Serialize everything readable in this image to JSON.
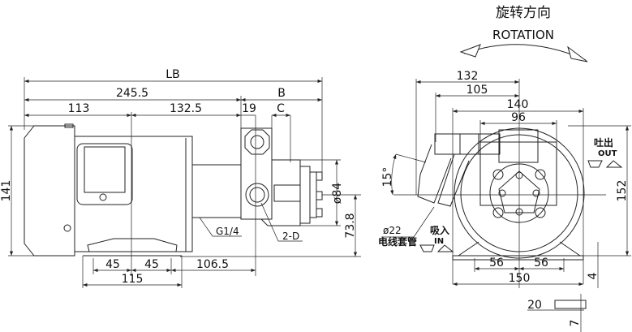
{
  "header": {
    "rotation_cn": "旋转方向",
    "rotation_en": "ROTATION"
  },
  "side_view": {
    "dims": {
      "LB": "LB",
      "d245": "245.5",
      "B": "B",
      "d113": "113",
      "d132_5": "132.5",
      "d19": "19",
      "C": "C",
      "d141": "141",
      "d84": "ø84",
      "d73_8": "73.8",
      "d45a": "45",
      "d45b": "45",
      "d106_5": "106.5",
      "d115": "115"
    },
    "labels": {
      "g14": "G1/4",
      "twoD": "2-D"
    }
  },
  "front_view": {
    "dims": {
      "d132": "132",
      "d105": "105",
      "d140": "140",
      "d96": "96",
      "d152": "152",
      "d15": "15°",
      "d56a": "56",
      "d56b": "56",
      "d150": "150",
      "d4": "4",
      "d20": "20",
      "d7": "7"
    },
    "labels": {
      "conduit_size": "ø22",
      "conduit_cn": "电线套管",
      "in_cn": "吸入",
      "in_en": "IN",
      "out_cn": "吐出",
      "out_en": "OUT"
    }
  }
}
